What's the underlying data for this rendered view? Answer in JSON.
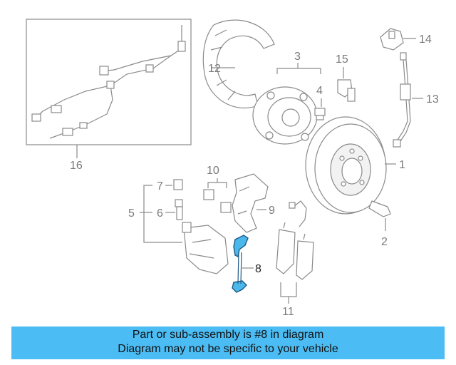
{
  "callouts": [
    "1",
    "2",
    "3",
    "4",
    "5",
    "6",
    "7",
    "8",
    "9",
    "10",
    "11",
    "12",
    "13",
    "14",
    "15",
    "16"
  ],
  "banner": {
    "line1": "Part or sub-assembly is #8 in diagram",
    "line2": "Diagram may not be specific to your vehicle"
  },
  "colors": {
    "highlight": "#4bb7ea",
    "banner": "#4bbdf4",
    "line": "#8a8a8a"
  }
}
